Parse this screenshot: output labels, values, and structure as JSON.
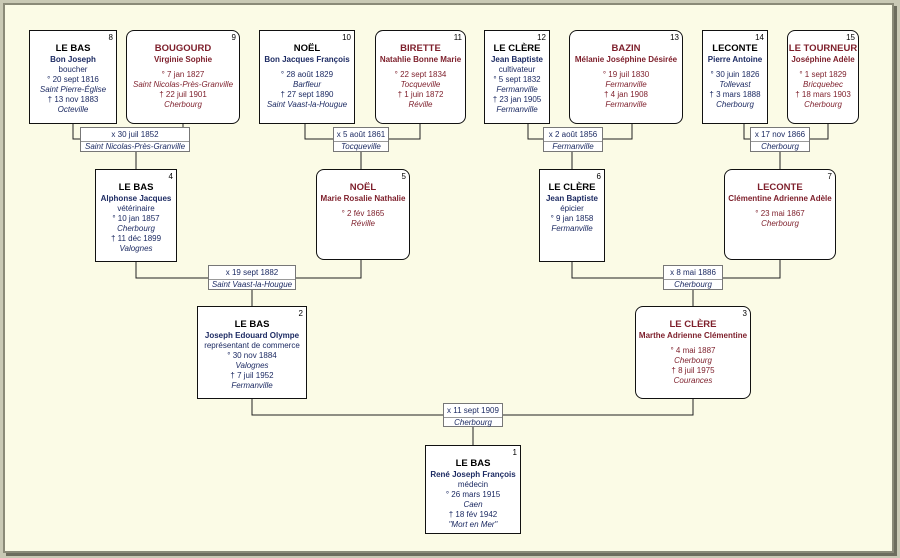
{
  "persons": {
    "p1": {
      "num": "1",
      "surname": "LE BAS",
      "given": "René Joseph François",
      "occupation": "médecin",
      "birth": "° 26 mars 1915",
      "birth_place": "Caen",
      "death": "† 18 fév 1942",
      "death_place": "\"Mort en Mer\""
    },
    "p2": {
      "num": "2",
      "surname": "LE BAS",
      "given": "Joseph Edouard Olympe",
      "occupation": "représentant de commerce",
      "birth": "° 30 nov 1884",
      "birth_place": "Valognes",
      "death": "† 7 juil 1952",
      "death_place": "Fermanville"
    },
    "p3": {
      "num": "3",
      "surname": "LE CLÈRE",
      "given": "Marthe Adrienne Clémentine",
      "birth": "° 4 mai 1887",
      "birth_place": "Cherbourg",
      "death": "† 8 juil 1975",
      "death_place": "Courances"
    },
    "p4": {
      "num": "4",
      "surname": "LE BAS",
      "given": "Alphonse Jacques",
      "occupation": "vétérinaire",
      "birth": "° 10 jan 1857",
      "birth_place": "Cherbourg",
      "death": "† 11 déc 1899",
      "death_place": "Valognes"
    },
    "p5": {
      "num": "5",
      "surname": "NOËL",
      "given": "Marie Rosalie Nathalie",
      "birth": "° 2 fév 1865",
      "birth_place": "Réville"
    },
    "p6": {
      "num": "6",
      "surname": "LE CLÈRE",
      "given": "Jean Baptiste",
      "occupation": "épicier",
      "birth": "° 9 jan 1858",
      "birth_place": "Fermanville"
    },
    "p7": {
      "num": "7",
      "surname": "LECONTE",
      "given": "Clémentine Adrienne Adèle",
      "birth": "° 23 mai 1867",
      "birth_place": "Cherbourg"
    },
    "p8": {
      "num": "8",
      "surname": "LE BAS",
      "given": "Bon Joseph",
      "occupation": "boucher",
      "birth": "° 20 sept 1816",
      "birth_place": "Saint Pierre-Église",
      "death": "† 13 nov 1883",
      "death_place": "Octeville"
    },
    "p9": {
      "num": "9",
      "surname": "BOUGOURD",
      "given": "Virginie Sophie",
      "birth": "° 7 jan 1827",
      "birth_place": "Saint Nicolas-Près-Granville",
      "death": "† 22 juil 1901",
      "death_place": "Cherbourg"
    },
    "p10": {
      "num": "10",
      "surname": "NOËL",
      "given": "Bon Jacques François",
      "birth": "° 28 août 1829",
      "birth_place": "Barfleur",
      "death": "† 27 sept 1890",
      "death_place": "Saint Vaast-la-Hougue"
    },
    "p11": {
      "num": "11",
      "surname": "BIRETTE",
      "given": "Natahlie Bonne Marie",
      "birth": "° 22 sept 1834",
      "birth_place": "Tocqueville",
      "death": "† 1 juin 1872",
      "death_place": "Réville"
    },
    "p12": {
      "num": "12",
      "surname": "LE CLÈRE",
      "given": "Jean Baptiste",
      "occupation": "cultivateur",
      "birth": "° 5 sept 1832",
      "birth_place": "Fermanville",
      "death": "† 23 jan 1905",
      "death_place": "Fermanville"
    },
    "p13": {
      "num": "13",
      "surname": "BAZIN",
      "given": "Mélanie Joséphine Désirée",
      "birth": "° 19 juil 1830",
      "birth_place": "Fermanville",
      "death": "† 4 jan 1908",
      "death_place": "Fermanville"
    },
    "p14": {
      "num": "14",
      "surname": "LECONTE",
      "given": "Pierre Antoine",
      "birth": "° 30 juin 1826",
      "birth_place": "Tollevast",
      "death": "† 3 mars 1888",
      "death_place": "Cherbourg"
    },
    "p15": {
      "num": "15",
      "surname": "LE TOURNEUR",
      "given": "Joséphine Adèle",
      "birth": "° 1 sept 1829",
      "birth_place": "Bricquebec",
      "death": "† 18 mars 1903",
      "death_place": "Cherbourg"
    }
  },
  "marriages": {
    "m89": {
      "date": "x 30 juil 1852",
      "place": "Saint Nicolas-Près-Granville"
    },
    "m1011": {
      "date": "x 5 août 1861",
      "place": "Tocqueville"
    },
    "m1213": {
      "date": "x 2 août 1856",
      "place": "Fermanville"
    },
    "m1415": {
      "date": "x 17 nov 1866",
      "place": "Cherbourg"
    },
    "m45": {
      "date": "x 19 sept 1882",
      "place": "Saint Vaast-la-Hougue"
    },
    "m67": {
      "date": "x 8 mai 1886",
      "place": "Cherbourg"
    },
    "m23": {
      "date": "x 11 sept 1909",
      "place": "Cherbourg"
    }
  }
}
